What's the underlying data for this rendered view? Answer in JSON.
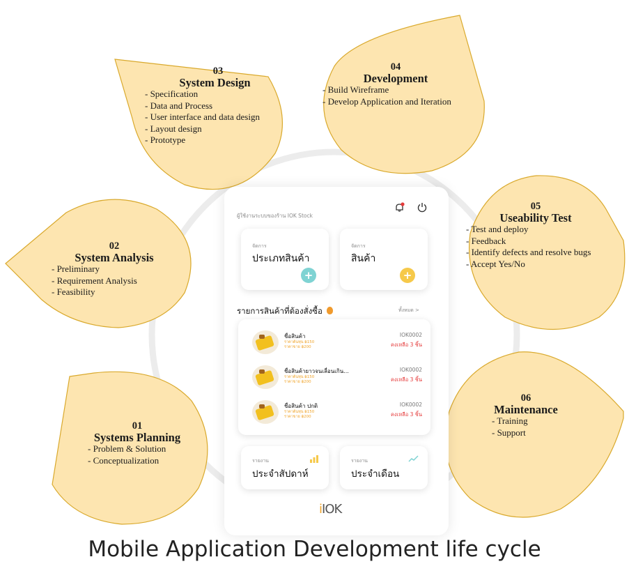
{
  "phone": {
    "user_label": "ผู้ใช้งานระบบของร้าน IOK Stock",
    "cards": [
      {
        "caption": "จัดการ",
        "label": "ประเภทสินค้า",
        "plus": "+"
      },
      {
        "caption": "จัดการ",
        "label": "สินค้า",
        "plus": "+"
      }
    ],
    "list_title": "รายการสินค้าที่ต้องสั่งซื้อ",
    "list_all": "ทั้งหมด >",
    "items": [
      {
        "name": "ชื่อสินค้า",
        "code": "IOK0002",
        "left": "คงเหลือ 3 ชิ้น",
        "price1": "ราคาต้นทุน ฿150",
        "price2": "ราคาขาย ฿200"
      },
      {
        "name": "ชื่อสินค้ายาวจนเลื่อนเกิน...",
        "code": "IOK0002",
        "left": "คงเหลือ 3 ชิ้น",
        "price1": "ราคาต้นทุน ฿150",
        "price2": "ราคาขาย ฿200"
      },
      {
        "name": "ชื่อสินค้า ปกติ",
        "code": "IOK0002",
        "left": "คงเหลือ 3 ชิ้น",
        "price1": "ราคาต้นทุน ฿150",
        "price2": "ราคาขาย ฿200"
      }
    ],
    "reports": [
      {
        "caption": "รายงาน",
        "label": "ประจำสัปดาห์"
      },
      {
        "caption": "รายงาน",
        "label": "ประจำเดือน"
      }
    ],
    "logo": "IOK"
  },
  "stages": [
    {
      "num": "01",
      "title": "Systems Planning",
      "items": [
        "- Problem & Solution",
        "- Conceptualization"
      ]
    },
    {
      "num": "02",
      "title": "System Analysis",
      "items": [
        "- Preliminary",
        "- Requirement Analysis",
        "- Feasibility"
      ]
    },
    {
      "num": "03",
      "title": "System Design",
      "items": [
        "- Specification",
        "- Data and Process",
        "- User interface and data design",
        "- Layout design",
        "- Prototype"
      ]
    },
    {
      "num": "04",
      "title": "Development",
      "items": [
        "- Build Wireframe",
        "- Develop Application and Iteration"
      ]
    },
    {
      "num": "05",
      "title": "Useability Test",
      "items": [
        "- Test and deploy",
        "- Feedback",
        "- Identify defects and resolve bugs",
        "- Accept Yes/No"
      ]
    },
    {
      "num": "06",
      "title": "Maintenance",
      "items": [
        "- Training",
        "- Support"
      ]
    }
  ],
  "caption": "Mobile Application Development life cycle",
  "colors": {
    "drop_fill": "#fde5b0",
    "drop_stroke": "#d9a92c",
    "ring": "#ececec",
    "plus_teal": "#7fd3d3",
    "plus_yellow": "#f6c94a",
    "alert_red": "#e53b3b"
  }
}
